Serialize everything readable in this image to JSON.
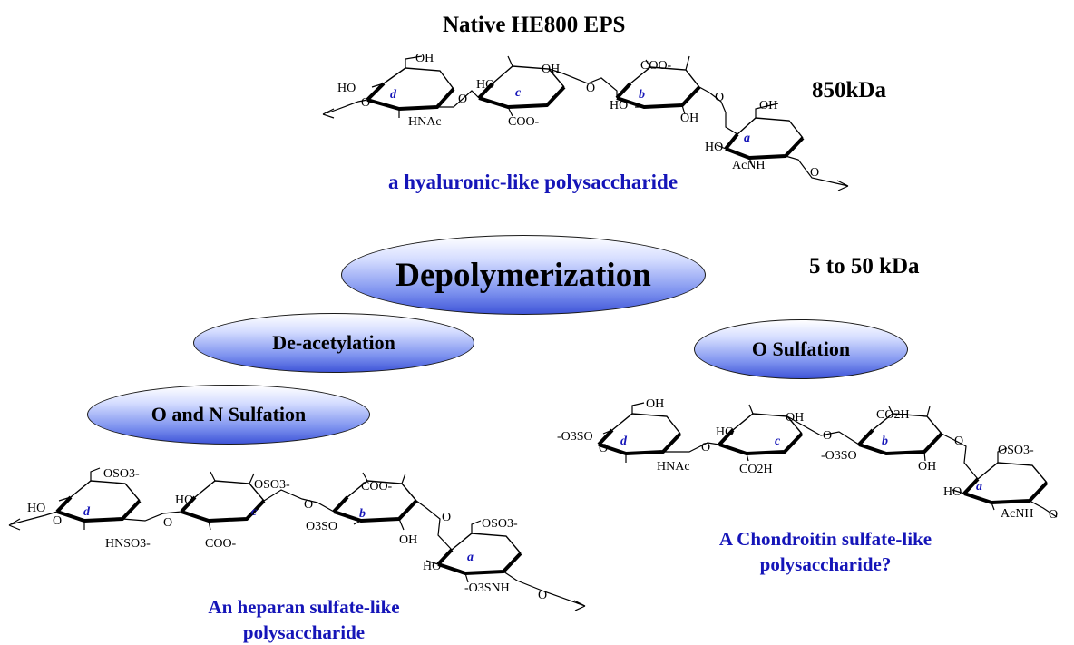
{
  "title": "Native HE800 EPS",
  "native_mw": "850kDa",
  "native_caption": "a hyaluronic-like polysaccharide",
  "depolymerization_label": "Depolymerization",
  "depolymerization_mw": "5 to 50 kDa",
  "steps": {
    "deacetylation": "De-acetylation",
    "on_sulfation": "O and N Sulfation",
    "o_sulfation": "O Sulfation"
  },
  "heparan_caption_1": "An heparan sulfate-like",
  "heparan_caption_2": "polysaccharide",
  "chondroitin_caption_1": "A Chondroitin sulfate-like",
  "chondroitin_caption_2": "polysaccharide?",
  "ring_letters": [
    "d",
    "c",
    "b",
    "a"
  ],
  "molecules": {
    "native": {
      "labels": [
        "OH",
        "HO",
        "O",
        "HNAc",
        "O",
        "HO",
        "OH",
        "COO-",
        "O",
        "COO-",
        "HO",
        "OH",
        "O",
        "OH",
        "HO",
        "AcNH",
        "O"
      ]
    },
    "chondroitin": {
      "labels": [
        "OH",
        "-O3SO",
        "O",
        "HNAc",
        "O",
        "HO",
        "OH",
        "CO2H",
        "O",
        "CO2H",
        "-O3SO",
        "OH",
        "O",
        "OSO3-",
        "HO",
        "AcNH",
        "O"
      ]
    },
    "heparan": {
      "labels": [
        "OSO3-",
        "HO",
        "O",
        "HNSO3-",
        "O",
        "HO",
        "OSO3-",
        "COO-",
        "O",
        "COO-",
        "O3SO",
        "OH",
        "O",
        "OSO3-",
        "HO",
        "-O3SNH",
        "O"
      ]
    }
  },
  "colors": {
    "caption_blue": "#1515b8",
    "ellipse_light": "#d5ddff",
    "ellipse_dark": "#3f55d8"
  }
}
